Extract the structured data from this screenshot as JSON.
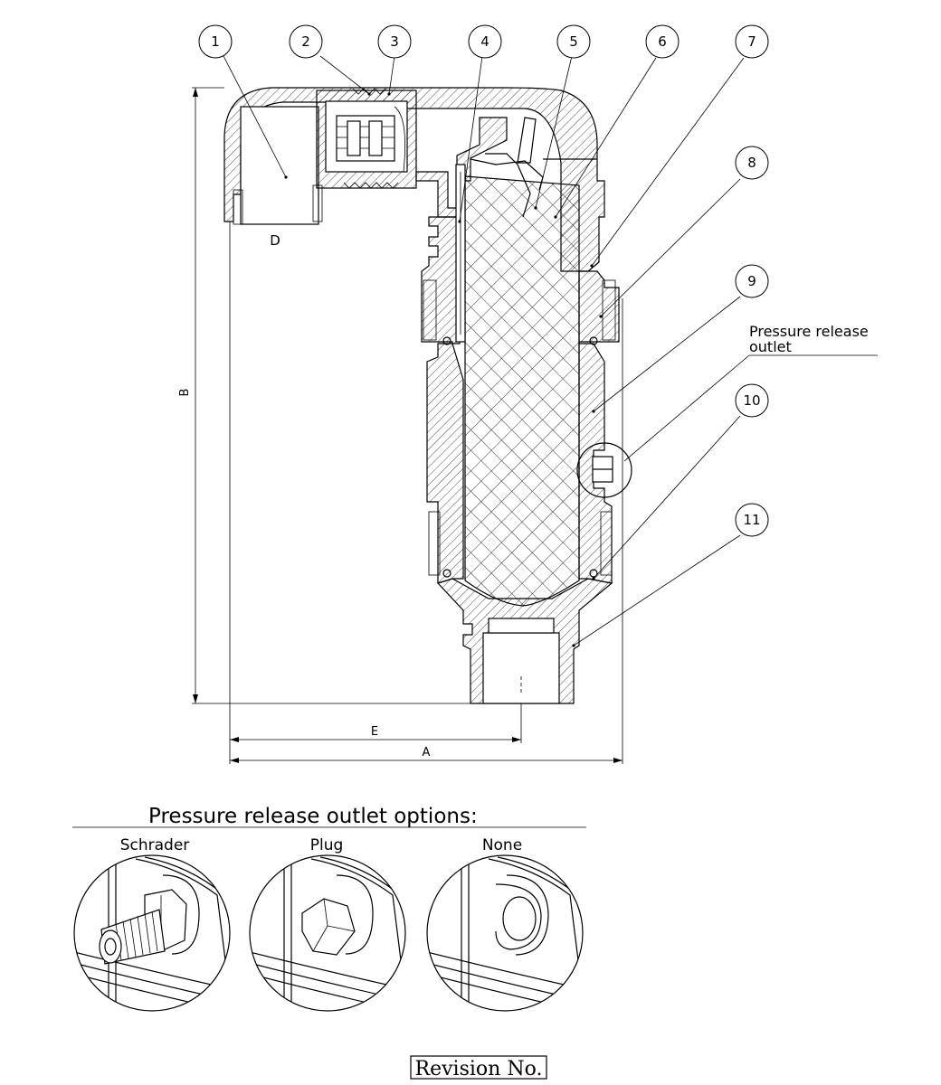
{
  "callouts": [
    "1",
    "2",
    "3",
    "4",
    "5",
    "6",
    "7",
    "8",
    "9",
    "10",
    "11"
  ],
  "dimensions": {
    "a": "A",
    "b": "B",
    "d": "D",
    "e": "E"
  },
  "pressure_outlet_label": [
    "Pressure release",
    "outlet"
  ],
  "options": {
    "title": "Pressure release outlet options:",
    "items": [
      "Schrader",
      "Plug",
      "None"
    ]
  },
  "revision_label": "Revision No."
}
